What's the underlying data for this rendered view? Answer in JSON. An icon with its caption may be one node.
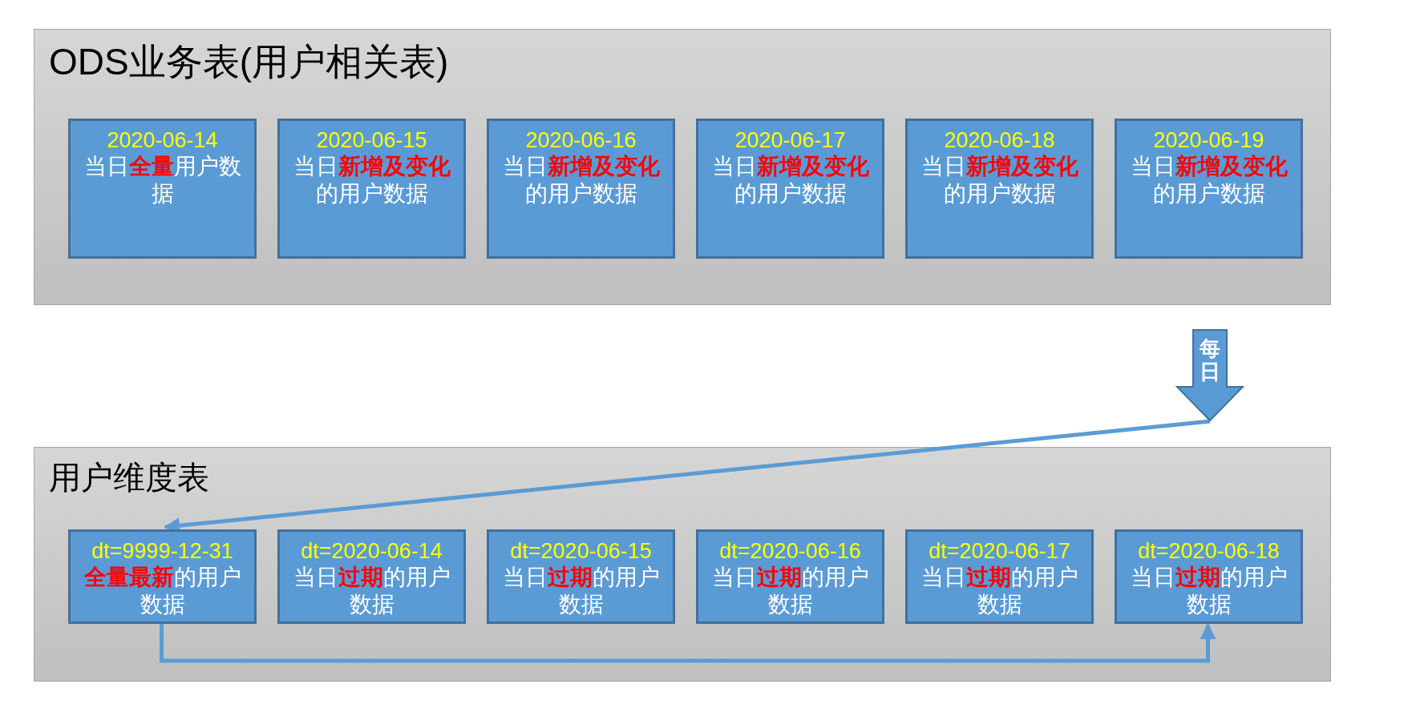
{
  "diagram": {
    "nodes": [
      {
        "text": [
          "ODS业务表(用户相关表)"
        ]
      },
      {
        "text": [
          "2020-06-14",
          "当日**全量**用户数据"
        ],
        "in": 0
      },
      {
        "text": [
          "2020-06-15",
          "当日**新增及变化**的用户数据"
        ],
        "in": 0
      },
      {
        "text": [
          "2020-06-16",
          "当日**新增及变化**的用户数据"
        ],
        "in": 0
      },
      {
        "text": [
          "2020-06-17",
          "当日**新增及变化**的用户数据"
        ],
        "in": 0
      },
      {
        "text": [
          "2020-06-18",
          "当日**新增及变化**的用户数据"
        ],
        "in": 0
      },
      {
        "text": [
          "2020-06-19",
          "当日**新增及变化**的用户数据"
        ],
        "in": 0
      },
      {
        "text": [
          "每日"
        ]
      },
      {
        "text": [
          "用户维度表"
        ]
      },
      {
        "text": [
          "dt=9999-12-31",
          "**全量最新**的用户数据"
        ],
        "in": 8
      },
      {
        "text": [
          "dt=2020-06-14",
          "当日**过期**的用户数据"
        ],
        "in": 8
      },
      {
        "text": [
          "dt=2020-06-15",
          "当日**过期**的用户数据"
        ],
        "in": 8
      },
      {
        "text": [
          "dt=2020-06-16",
          "当日**过期**的用户数据"
        ],
        "in": 8
      },
      {
        "text": [
          "dt=2020-06-17",
          "当日**过期**的用户数据"
        ],
        "in": 8
      },
      {
        "text": [
          "dt=2020-06-18",
          "当日**过期**的用户数据"
        ],
        "in": 8
      }
    ],
    "edges": [
      {
        "from": 7,
        "to": 9,
        "arrow": "to"
      },
      {
        "from": 9,
        "to": 14,
        "arrow": "to"
      }
    ]
  }
}
